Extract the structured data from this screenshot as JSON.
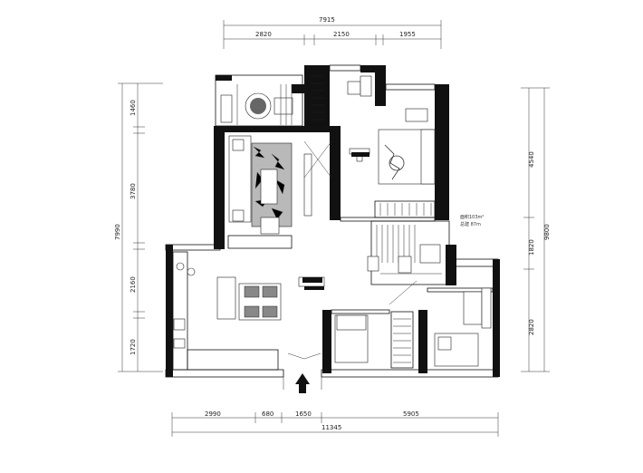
{
  "dimensions": {
    "top": {
      "total": "7915",
      "segments": [
        "2820",
        "2150",
        "1955"
      ]
    },
    "bottom": {
      "total": "11345",
      "segments": [
        "2990",
        "680",
        "1650",
        "5905"
      ]
    },
    "left": {
      "total": "7990",
      "segments": [
        "1460",
        "3780",
        "2160",
        "1720"
      ]
    },
    "right": {
      "total": "9800",
      "segments": [
        "4540",
        "1820",
        "2820"
      ]
    }
  },
  "annotations": {
    "area_line1": "面积103m²",
    "area_line2": "总建 87m"
  }
}
